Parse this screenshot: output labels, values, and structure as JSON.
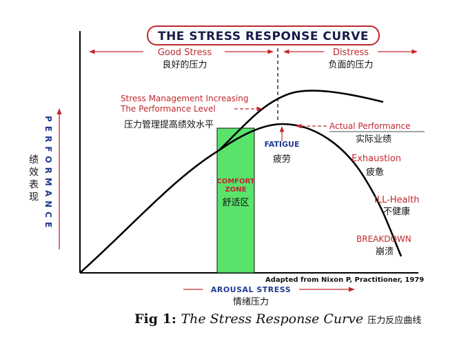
{
  "title": "THE STRESS RESPONSE CURVE",
  "zones": {
    "good_stress": "Good Stress",
    "good_stress_cn": "良好的压力",
    "distress": "Distress",
    "distress_cn": "负面的压力"
  },
  "annotations": {
    "stress_mgmt_line1": "Stress Management Increasing",
    "stress_mgmt_line2": "The Performance Level",
    "stress_mgmt_cn": "压力管理提高绩效水平",
    "actual_performance": "Actual Performance",
    "actual_performance_cn": "实际业绩",
    "fatigue": "FATIGUE",
    "fatigue_cn": "疲劳",
    "comfort_zone_line1": "COMFORT",
    "comfort_zone_line2": "ZONE",
    "comfort_zone_cn": "舒适区",
    "exhaustion": "Exhaustion",
    "exhaustion_cn": "疲惫",
    "ill_health": "ILL-Health",
    "ill_health_cn": "不健康",
    "breakdown": "BREAKDOWN",
    "breakdown_cn": "崩溃"
  },
  "axes": {
    "y_label": "PERFORMANCE",
    "y_label_cn": "绩效表现",
    "x_label": "AROUSAL STRESS",
    "x_label_cn": "情绪压力"
  },
  "credit": "Adapted from Nixon P, Practitioner, 1979",
  "caption": {
    "prefix": "Fig 1: ",
    "title": "The Stress Response Curve",
    "cn": "压力反应曲线"
  },
  "colors": {
    "red": "#c0272d",
    "blue": "#1f3b8f",
    "comfort_fill": "#59e36b",
    "curve": "#000000"
  }
}
